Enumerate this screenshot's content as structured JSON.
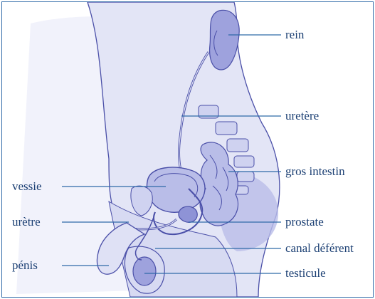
{
  "labels": {
    "rein": "rein",
    "uretere": "uretère",
    "gros_intestin": "gros intestin",
    "vessie": "vessie",
    "uretre": "urètre",
    "prostate": "prostate",
    "penis": "pénis",
    "canal_deferent": "canal déférent",
    "testicule": "testicule"
  },
  "colors": {
    "border": "#2f6aa8",
    "line": "#2f6aa8",
    "text": "#1b3f73",
    "body_fill": "#e3e5f6",
    "organ_fill": "#b9bde8",
    "organ_dark": "#8e93d6",
    "outline": "#4a4fa8"
  }
}
